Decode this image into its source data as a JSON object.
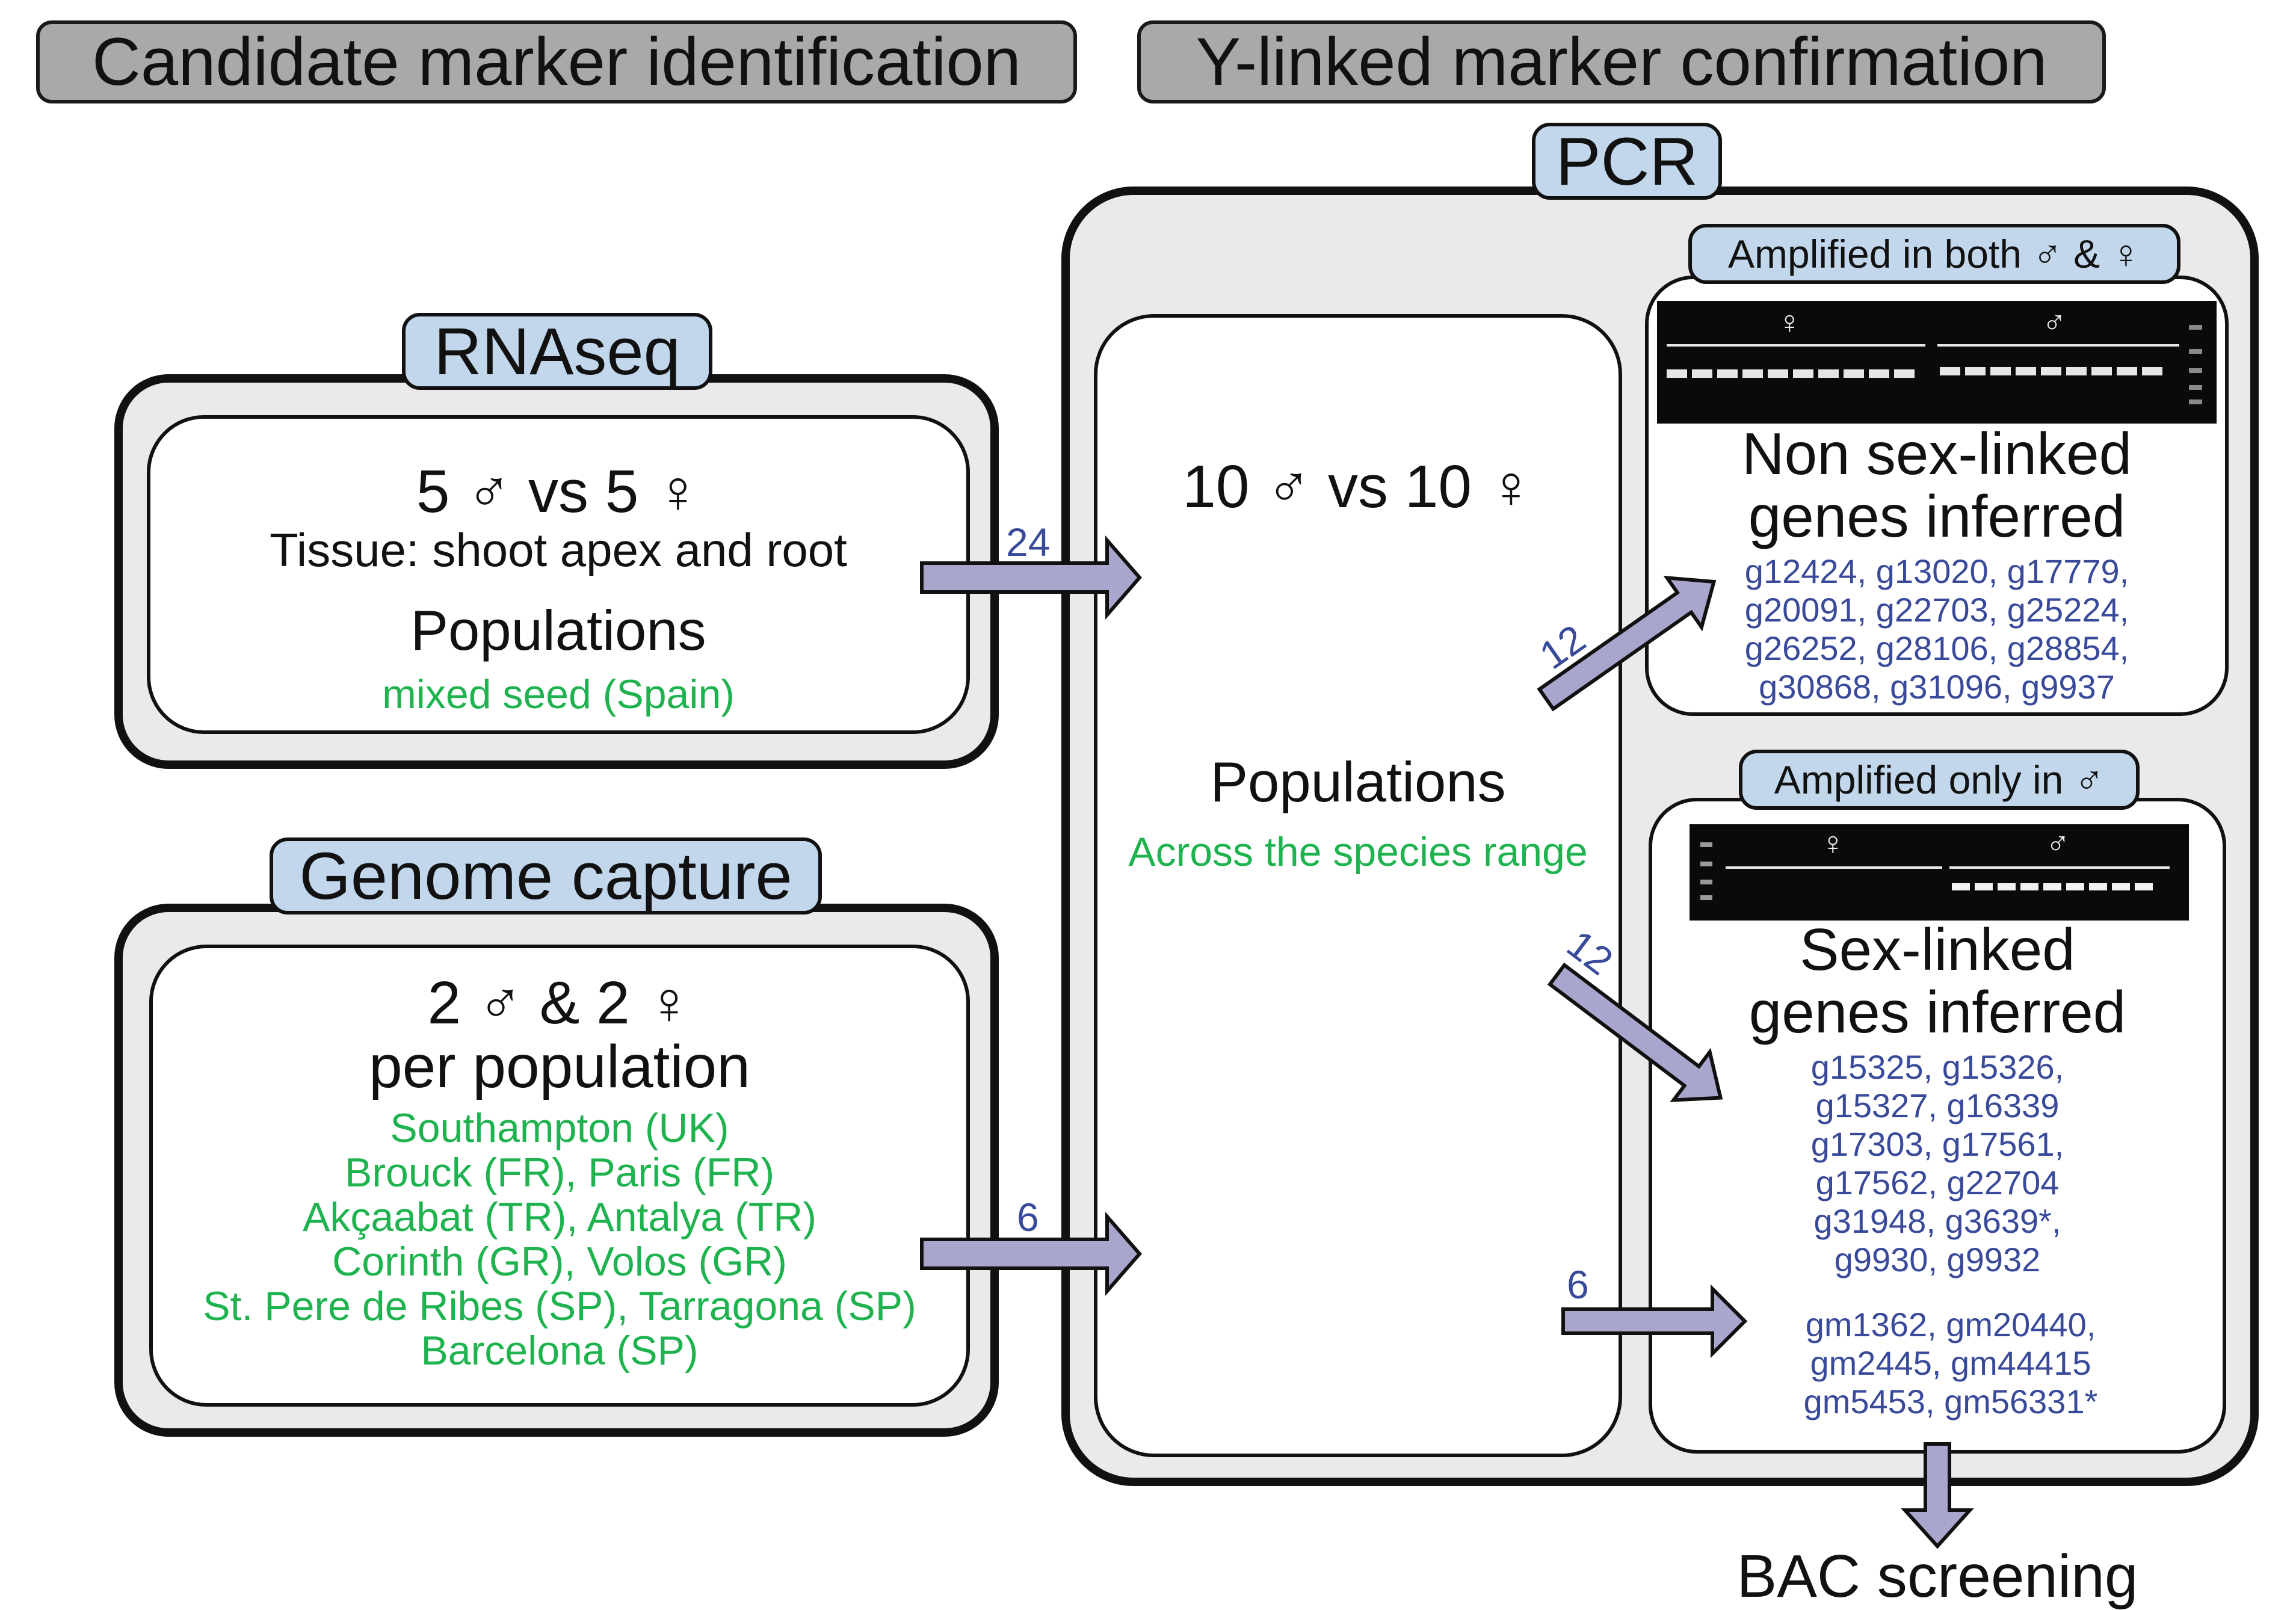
{
  "headers": {
    "left": "Candidate marker identification",
    "right": "Y-linked marker confirmation"
  },
  "rnaseq": {
    "tab": "RNAseq",
    "counts": "5 ♂ vs 5 ♀",
    "tissue": "Tissue: shoot apex and root",
    "populations_label": "Populations",
    "population": "mixed seed (Spain)"
  },
  "genome_capture": {
    "tab": "Genome capture",
    "counts": "2 ♂ & 2 ♀",
    "per_population": "per population",
    "populations": [
      "Southampton (UK)",
      "Brouck (FR), Paris (FR)",
      "Akçaabat (TR), Antalya (TR)",
      "Corinth (GR), Volos (GR)",
      "St. Pere de Ribes (SP), Tarragona (SP)",
      "Barcelona (SP)"
    ]
  },
  "pcr": {
    "tab": "PCR",
    "counts": "10 ♂ vs 10 ♀",
    "populations_label": "Populations",
    "population": "Across the species range"
  },
  "arrows": {
    "rnaseq_count": "24",
    "capture_count": "6",
    "non_sex_count": "12",
    "sex_count": "12",
    "gm_count": "6"
  },
  "non_sex_linked": {
    "tab": "Amplified in both ♂ & ♀",
    "gel_female": "♀",
    "gel_male": "♂",
    "title_line1": "Non sex-linked",
    "title_line2": "genes inferred",
    "genes": [
      "g12424, g13020, g17779,",
      "g20091, g22703, g25224,",
      "g26252, g28106, g28854,",
      "g30868, g31096, g9937"
    ]
  },
  "sex_linked": {
    "tab": "Amplified only in ♂",
    "gel_female": "♀",
    "gel_male": "♂",
    "title_line1": "Sex-linked",
    "title_line2": "genes inferred",
    "genes": [
      "g15325, g15326,",
      "g15327, g16339",
      "g17303, g17561,",
      "g17562, g22704",
      "g31948, g3639*,",
      "g9930, g9932"
    ],
    "gm_genes": [
      "gm1362, gm20440,",
      "gm2445, gm44415",
      "gm5453, gm56331*"
    ]
  },
  "bac": "BAC screening",
  "colors": {
    "header_bg": "#a9a9a9",
    "tab_bg": "#c2d7ec",
    "outer_bg": "#ebe9e9",
    "arrow_fill": "#a9a6cd",
    "population_green": "#1fb34f",
    "gene_blue": "#3a4a9a"
  }
}
